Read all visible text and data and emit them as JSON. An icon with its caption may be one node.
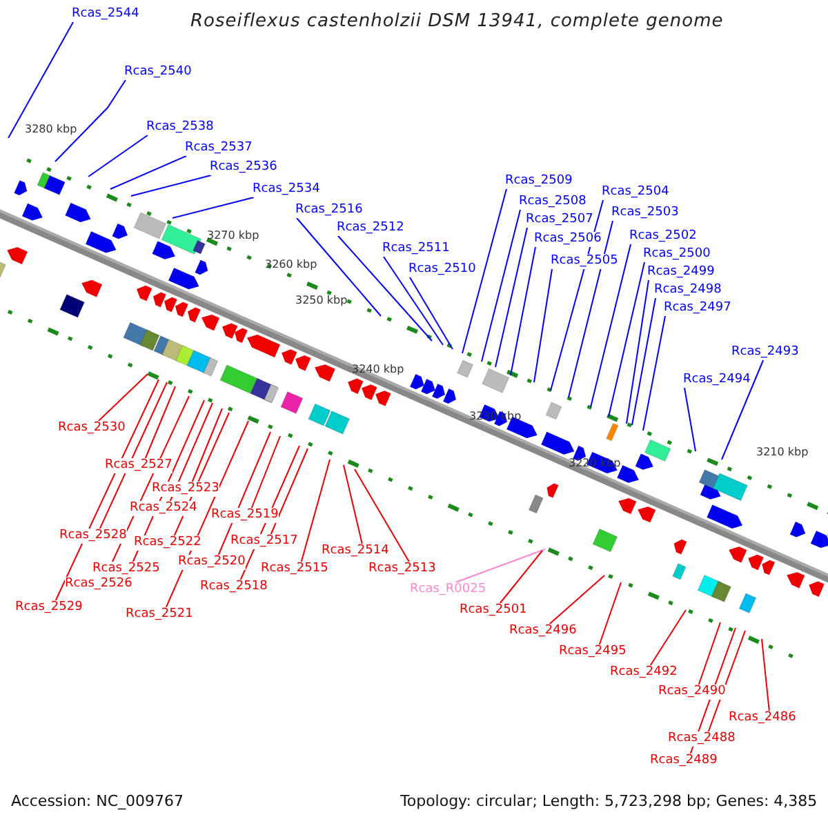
{
  "diagram": {
    "title": "Roseiflexus castenholzii DSM 13941, complete genome",
    "nodes": [
      {
        "text": [
          "Rcas_2544"
        ]
      },
      {
        "text": [
          "Rcas_2540"
        ]
      },
      {
        "text": [
          "Rcas_2538"
        ]
      },
      {
        "text": [
          "Rcas_2537"
        ]
      },
      {
        "text": [
          "Rcas_2536"
        ]
      },
      {
        "text": [
          "Rcas_2534"
        ]
      },
      {
        "text": [
          "Rcas_2516"
        ]
      },
      {
        "text": [
          "Rcas_2512"
        ]
      },
      {
        "text": [
          "Rcas_2511"
        ]
      },
      {
        "text": [
          "Rcas_2510"
        ]
      },
      {
        "text": [
          "Rcas_2509"
        ]
      },
      {
        "text": [
          "Rcas_2508"
        ]
      },
      {
        "text": [
          "Rcas_2507"
        ]
      },
      {
        "text": [
          "Rcas_2506"
        ]
      },
      {
        "text": [
          "Rcas_2505"
        ]
      },
      {
        "text": [
          "Rcas_2504"
        ]
      },
      {
        "text": [
          "Rcas_2503"
        ]
      },
      {
        "text": [
          "Rcas_2502"
        ]
      },
      {
        "text": [
          "Rcas_2500"
        ]
      },
      {
        "text": [
          "Rcas_2499"
        ]
      },
      {
        "text": [
          "Rcas_2498"
        ]
      },
      {
        "text": [
          "Rcas_2497"
        ]
      },
      {
        "text": [
          "Rcas_2494"
        ]
      },
      {
        "text": [
          "Rcas_2493"
        ]
      },
      {
        "text": [
          "Rcas_2530"
        ]
      },
      {
        "text": [
          "Rcas_2527"
        ]
      },
      {
        "text": [
          "Rcas_2523"
        ]
      },
      {
        "text": [
          "Rcas_2524"
        ]
      },
      {
        "text": [
          "Rcas_2519"
        ]
      },
      {
        "text": [
          "Rcas_2528"
        ]
      },
      {
        "text": [
          "Rcas_2522"
        ]
      },
      {
        "text": [
          "Rcas_2517"
        ]
      },
      {
        "text": [
          "Rcas_2525"
        ]
      },
      {
        "text": [
          "Rcas_2520"
        ]
      },
      {
        "text": [
          "Rcas_2526"
        ]
      },
      {
        "text": [
          "Rcas_2515"
        ]
      },
      {
        "text": [
          "Rcas_2514"
        ]
      },
      {
        "text": [
          "Rcas_2518"
        ]
      },
      {
        "text": [
          "Rcas_2529"
        ]
      },
      {
        "text": [
          "Rcas_2513"
        ]
      },
      {
        "text": [
          "Rcas_2521"
        ]
      },
      {
        "text": [
          "Rcas_R0025"
        ]
      },
      {
        "text": [
          "Rcas_2501"
        ]
      },
      {
        "text": [
          "Rcas_2496"
        ]
      },
      {
        "text": [
          "Rcas_2495"
        ]
      },
      {
        "text": [
          "Rcas_2492"
        ]
      },
      {
        "text": [
          "Rcas_2490"
        ]
      },
      {
        "text": [
          "Rcas_2486"
        ]
      },
      {
        "text": [
          "Rcas_2488"
        ]
      },
      {
        "text": [
          "Rcas_2489"
        ]
      }
    ],
    "edges": [
      {
        "from": 0,
        "to": null,
        "arrow": "none",
        "color": "#0000ff"
      },
      {
        "from": 1,
        "to": null,
        "arrow": "none",
        "color": "#0000ff"
      },
      {
        "from": 2,
        "to": null,
        "arrow": "none",
        "color": "#0000ff"
      },
      {
        "from": 3,
        "to": null,
        "arrow": "none",
        "color": "#0000ff"
      },
      {
        "from": 4,
        "to": null,
        "arrow": "none",
        "color": "#0000ff"
      },
      {
        "from": 5,
        "to": null,
        "arrow": "none",
        "color": "#0000ff"
      },
      {
        "from": 6,
        "to": null,
        "arrow": "none",
        "color": "#0000ff"
      },
      {
        "from": 7,
        "to": null,
        "arrow": "none",
        "color": "#0000ff"
      },
      {
        "from": 8,
        "to": null,
        "arrow": "none",
        "color": "#0000ff"
      },
      {
        "from": 9,
        "to": null,
        "arrow": "none",
        "color": "#0000ff"
      },
      {
        "from": 10,
        "to": null,
        "arrow": "none",
        "color": "#0000ff"
      },
      {
        "from": 11,
        "to": null,
        "arrow": "none",
        "color": "#0000ff"
      },
      {
        "from": 12,
        "to": null,
        "arrow": "none",
        "color": "#0000ff"
      },
      {
        "from": 13,
        "to": null,
        "arrow": "none",
        "color": "#0000ff"
      },
      {
        "from": 14,
        "to": null,
        "arrow": "none",
        "color": "#0000ff"
      },
      {
        "from": 15,
        "to": null,
        "arrow": "none",
        "color": "#0000ff"
      },
      {
        "from": 16,
        "to": null,
        "arrow": "none",
        "color": "#0000ff"
      },
      {
        "from": 17,
        "to": null,
        "arrow": "none",
        "color": "#0000ff"
      },
      {
        "from": 18,
        "to": null,
        "arrow": "none",
        "color": "#0000ff"
      },
      {
        "from": 19,
        "to": null,
        "arrow": "none",
        "color": "#0000ff"
      },
      {
        "from": 20,
        "to": null,
        "arrow": "none",
        "color": "#0000ff"
      },
      {
        "from": 21,
        "to": null,
        "arrow": "none",
        "color": "#0000ff"
      },
      {
        "from": 22,
        "to": null,
        "arrow": "none",
        "color": "#0000ff"
      },
      {
        "from": 23,
        "to": null,
        "arrow": "none",
        "color": "#0000ff"
      },
      {
        "from": 24,
        "to": null,
        "arrow": "none"
      },
      {
        "from": 25,
        "to": null,
        "arrow": "none"
      },
      {
        "from": 26,
        "to": null,
        "arrow": "none"
      },
      {
        "from": 27,
        "to": null,
        "arrow": "none"
      },
      {
        "from": 28,
        "to": null,
        "arrow": "none"
      },
      {
        "from": 29,
        "to": null,
        "arrow": "none"
      },
      {
        "from": 30,
        "to": null,
        "arrow": "none"
      },
      {
        "from": 31,
        "to": null,
        "arrow": "none"
      },
      {
        "from": 32,
        "to": null,
        "arrow": "none"
      },
      {
        "from": 33,
        "to": null,
        "arrow": "none"
      },
      {
        "from": 34,
        "to": null,
        "arrow": "none"
      },
      {
        "from": 35,
        "to": null,
        "arrow": "none"
      },
      {
        "from": 36,
        "to": null,
        "arrow": "none"
      },
      {
        "from": 37,
        "to": null,
        "arrow": "none"
      },
      {
        "from": 38,
        "to": null,
        "arrow": "none"
      },
      {
        "from": 39,
        "to": null,
        "arrow": "none"
      },
      {
        "from": 40,
        "to": null,
        "arrow": "none"
      },
      {
        "from": 41,
        "to": null,
        "arrow": "none",
        "color": "#ff88cc"
      },
      {
        "from": 42,
        "to": null,
        "arrow": "none"
      },
      {
        "from": 43,
        "to": null,
        "arrow": "none"
      },
      {
        "from": 44,
        "to": null,
        "arrow": "none"
      },
      {
        "from": 45,
        "to": null,
        "arrow": "none"
      },
      {
        "from": 46,
        "to": null,
        "arrow": "none"
      },
      {
        "from": 47,
        "to": null,
        "arrow": "none"
      },
      {
        "from": 48,
        "to": null,
        "arrow": "none"
      },
      {
        "from": 49,
        "to": null,
        "arrow": "none"
      }
    ],
    "labels": [
      "3280 kbp",
      "3270 kbp",
      "3260 kbp",
      "3250 kbp",
      "3240 kbp",
      "3230 kbp",
      "3220 kbp",
      "3210 kbp",
      "Accession: NC_009767",
      "Topology: circular; Length: 5,723,298 bp; Genes: 4,385"
    ]
  }
}
